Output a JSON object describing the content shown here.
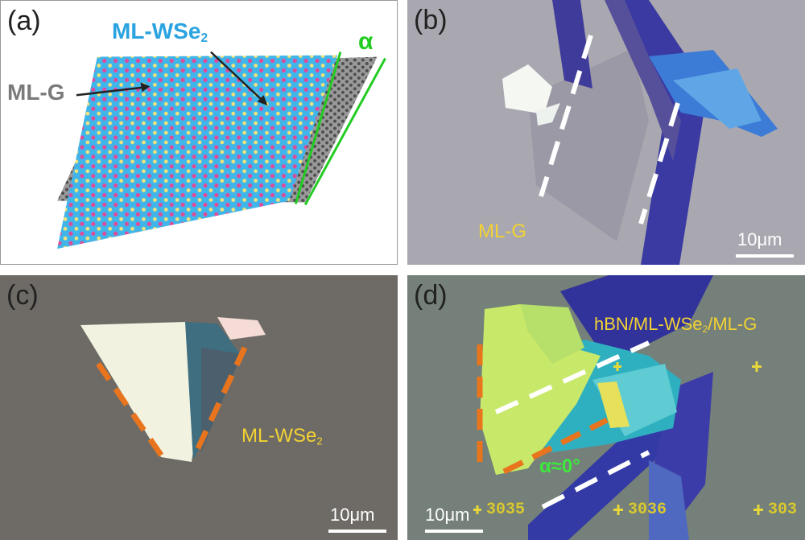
{
  "panels": {
    "a": {
      "label": "(a)",
      "annotations": {
        "ml_wse2": "ML-WSe",
        "ml_wse2_sub": "2",
        "ml_g": "ML-G",
        "alpha": "α"
      },
      "colors": {
        "graphene": "#6f6f6f",
        "wse2": "#3fb4e8",
        "se": "#f2e27a",
        "w": "#e04a9a",
        "alpha_line": "#22cc22",
        "wse2_text": "#2aa3e0",
        "mlg_text": "#7a7a7a"
      }
    },
    "b": {
      "label": "(b)",
      "annotation": "ML-G",
      "scalebar": "10μm"
    },
    "c": {
      "label": "(c)",
      "annotation": "ML-WSe",
      "annotation_sub": "2",
      "scalebar": "10μm"
    },
    "d": {
      "label": "(d)",
      "annotation_main": "hBN/ML-WSe",
      "annotation_sub": "2",
      "annotation_tail": "/ML-G",
      "alpha_label": "α≈0°",
      "marker_text": "3035",
      "marker_text_2": "3036",
      "marker_text_3": "303",
      "scalebar": "10μm"
    }
  }
}
